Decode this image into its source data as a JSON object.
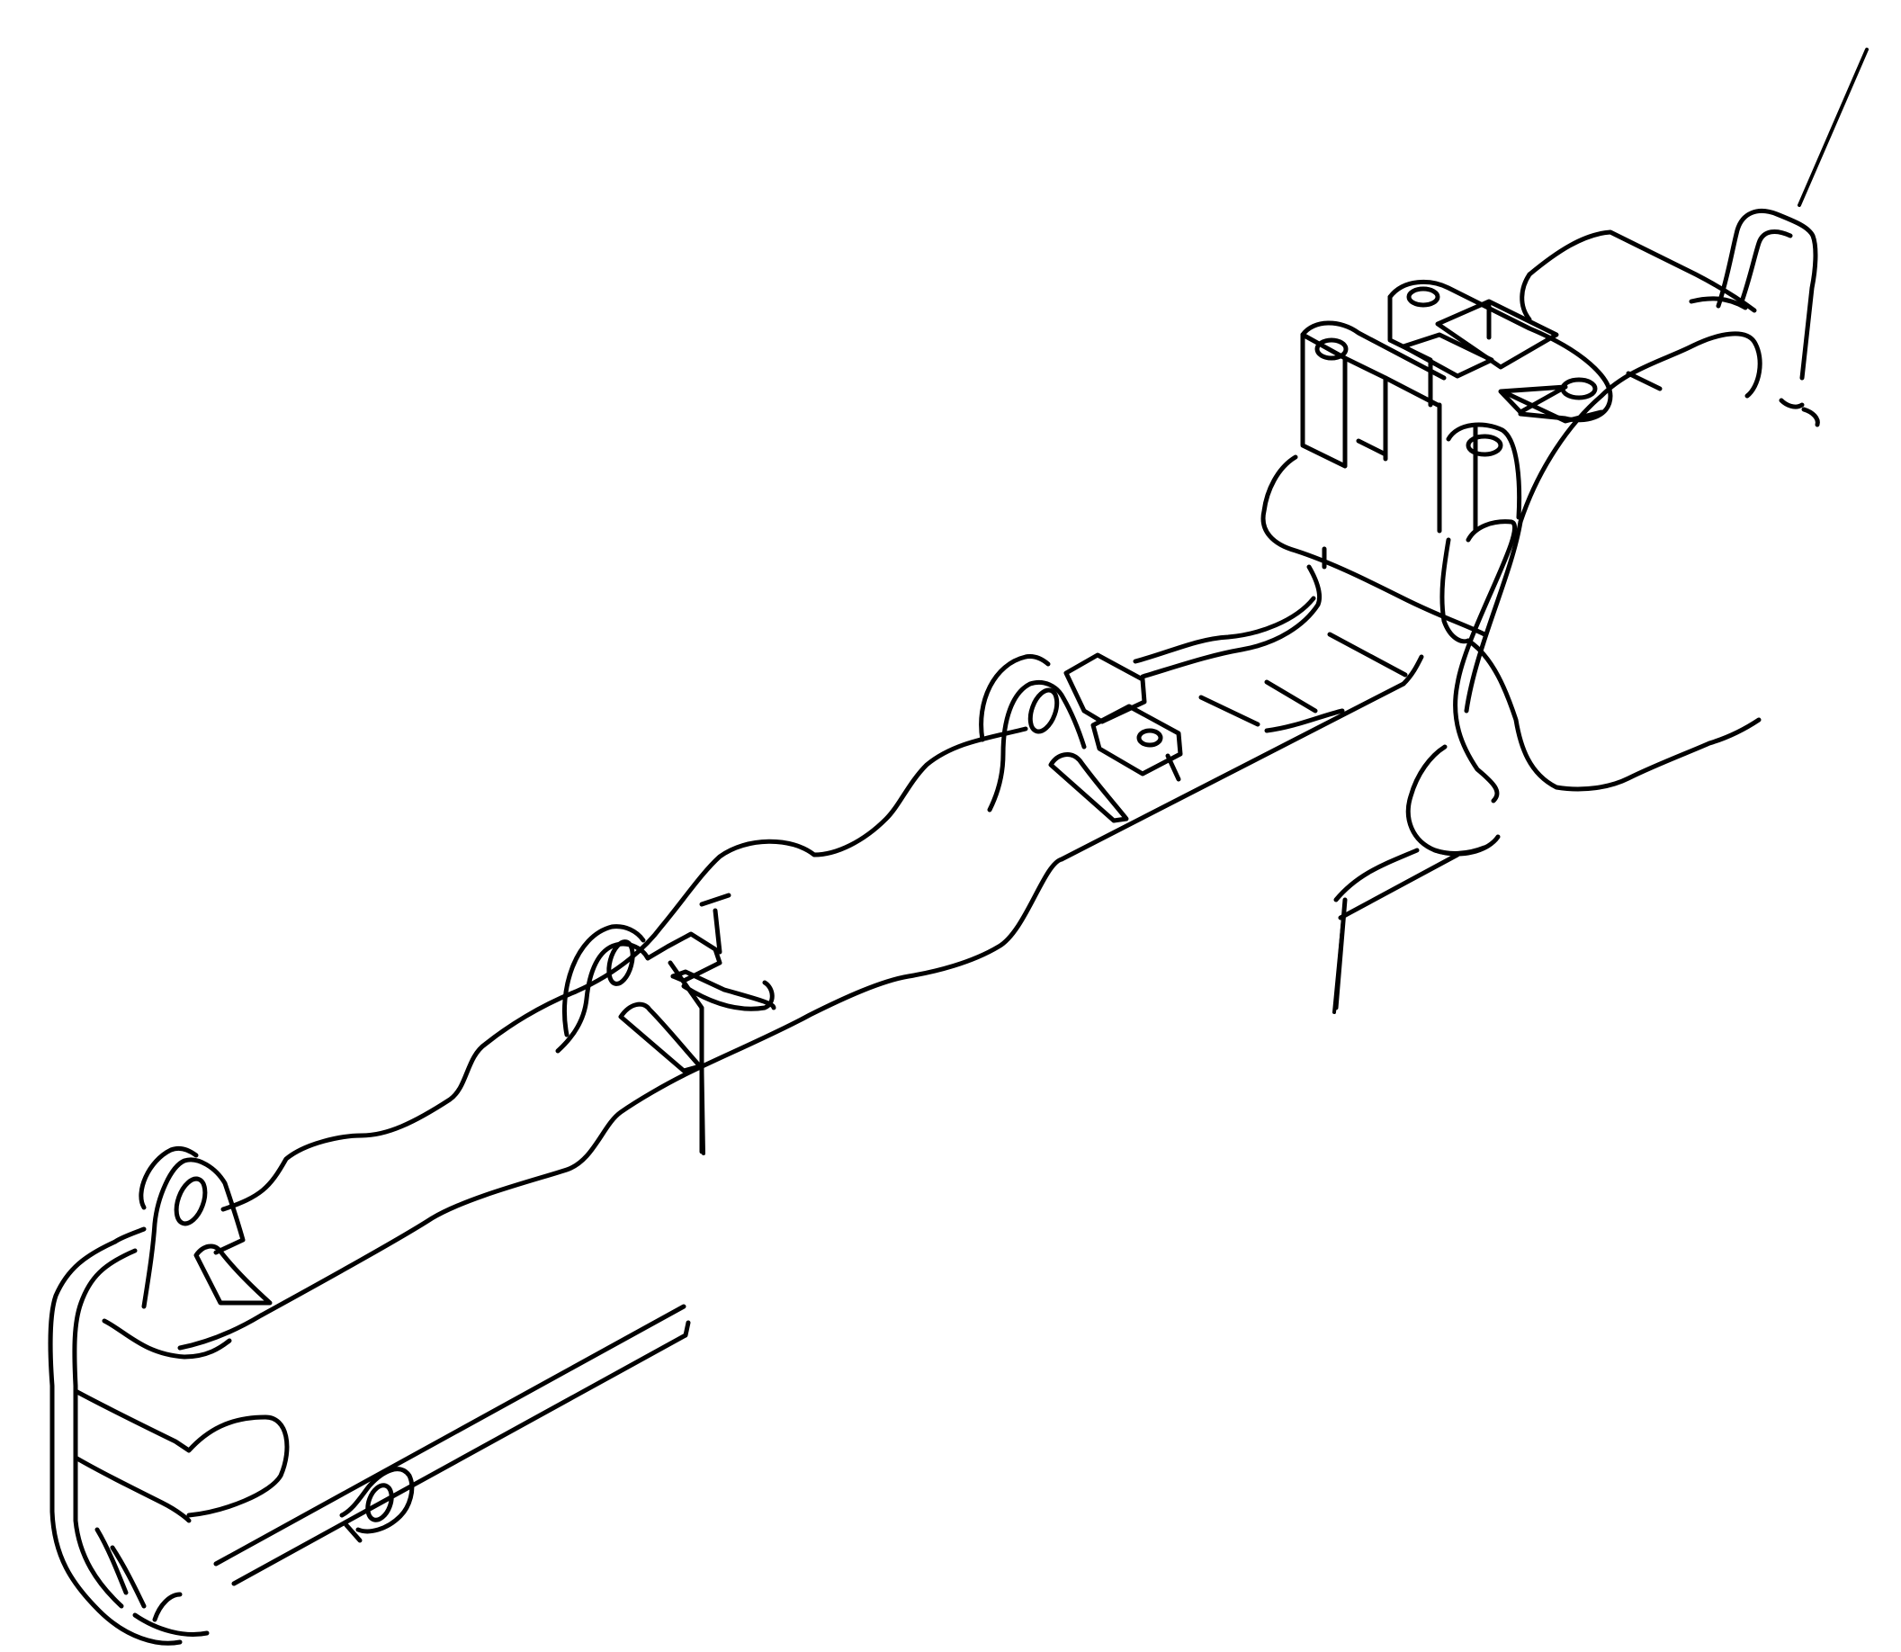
{
  "diagram": {
    "type": "technical-line-drawing",
    "subject": "manifold-bracket-assembly",
    "colors": {
      "background": "#ffffff",
      "line": "#000000"
    },
    "parts": [
      "main-rail",
      "left-end-cap",
      "left-mounting-ear",
      "middle-mounting-ear",
      "right-mounting-ear",
      "right-mounting-block",
      "lower-strip",
      "leader-lines"
    ]
  }
}
